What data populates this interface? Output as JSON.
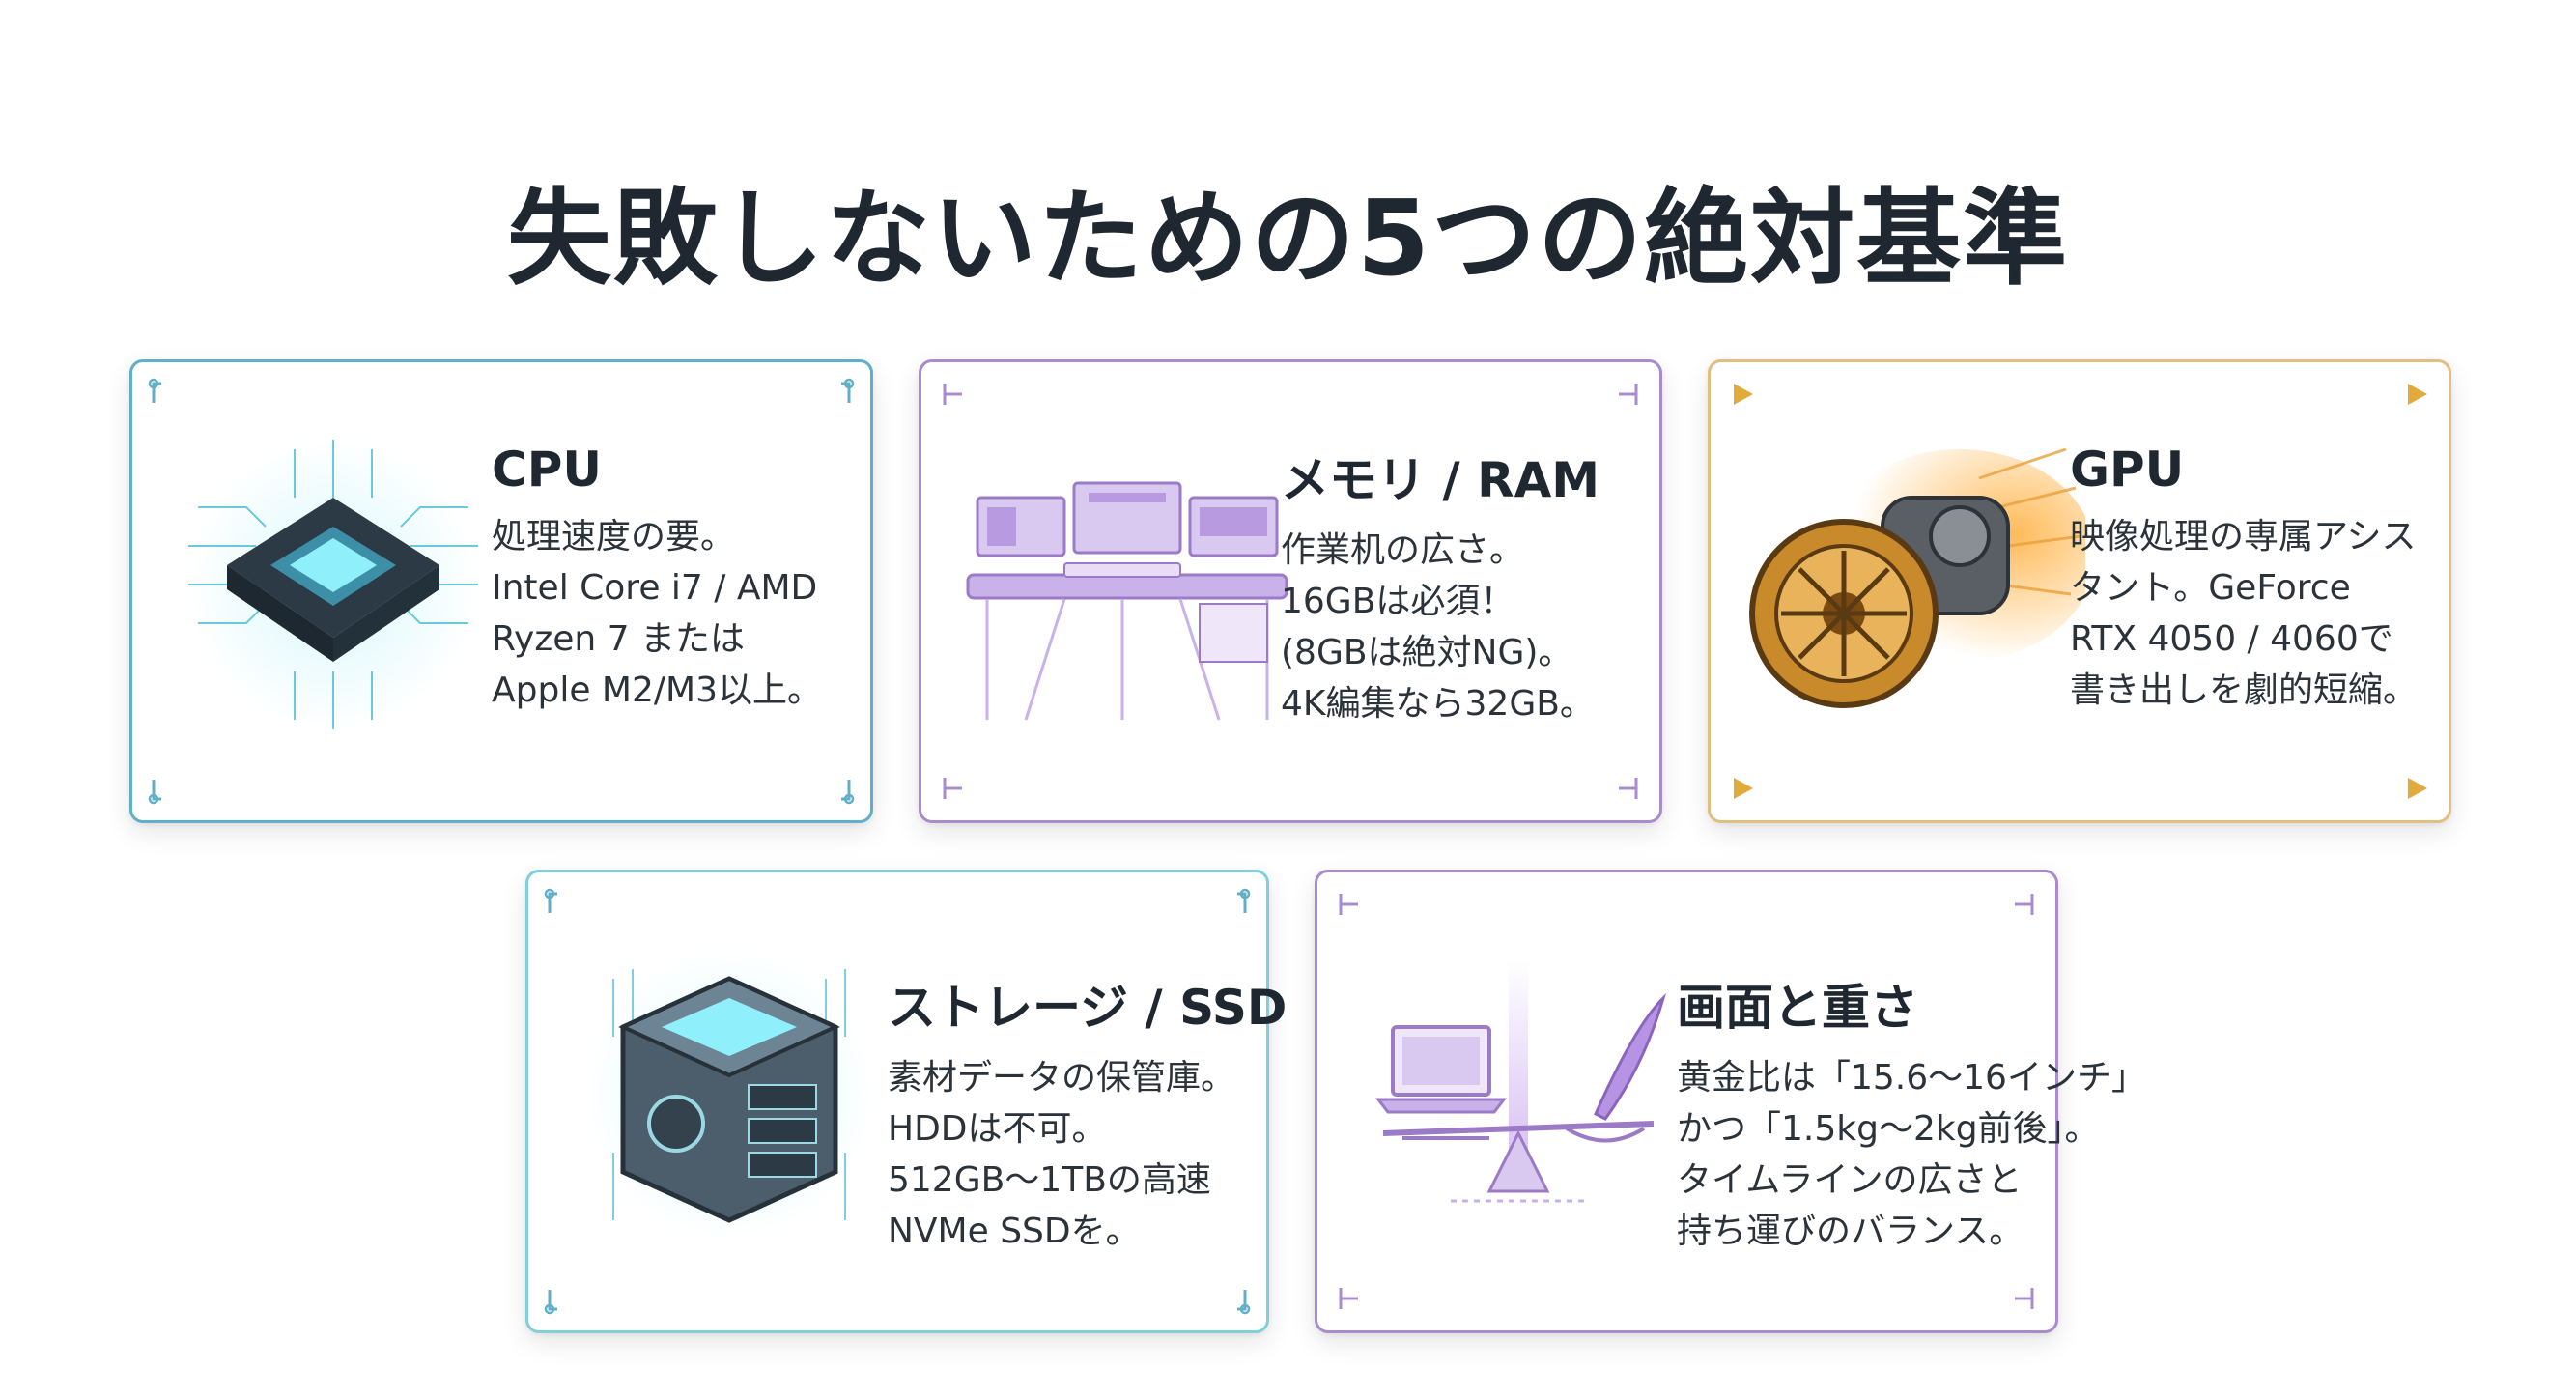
{
  "title": "失敗しないための5つの絶対基準",
  "cards": {
    "cpu": {
      "title": "CPU",
      "lines": [
        "処理速度の要。",
        "Intel Core i7 / AMD",
        "Ryzen 7 または",
        "Apple M2/M3以上。"
      ],
      "icon": "cpu-chip-icon",
      "accent": "#5fb0c8"
    },
    "ram": {
      "title": "メモリ / RAM",
      "lines": [
        "作業机の広さ。",
        "16GBは必須！",
        "(8GBは絶対NG)。",
        "4K編集なら32GB。"
      ],
      "icon": "workdesk-icon",
      "accent": "#a88ccc"
    },
    "gpu": {
      "title": "GPU",
      "lines": [
        "映像処理の専属アシス",
        "タント。GeForce",
        "RTX 4050 / 4060で",
        "書き出しを劇的短縮。"
      ],
      "icon": "turbo-engine-icon",
      "accent": "#e0bf80"
    },
    "ssd": {
      "title": "ストレージ / SSD",
      "lines": [
        "素材データの保管庫。",
        "HDDは不可。",
        "512GB～1TBの高速",
        "NVMe SSDを。"
      ],
      "icon": "storage-vault-icon",
      "accent": "#7fd0d8"
    },
    "display": {
      "title": "画面と重さ",
      "lines": [
        "黄金比は「15.6～16インチ」",
        "かつ「1.5kg～2kg前後」。",
        "タイムラインの広さと",
        "持ち運びのバランス。"
      ],
      "icon": "balance-scale-icon",
      "accent": "#a88ccc"
    }
  }
}
